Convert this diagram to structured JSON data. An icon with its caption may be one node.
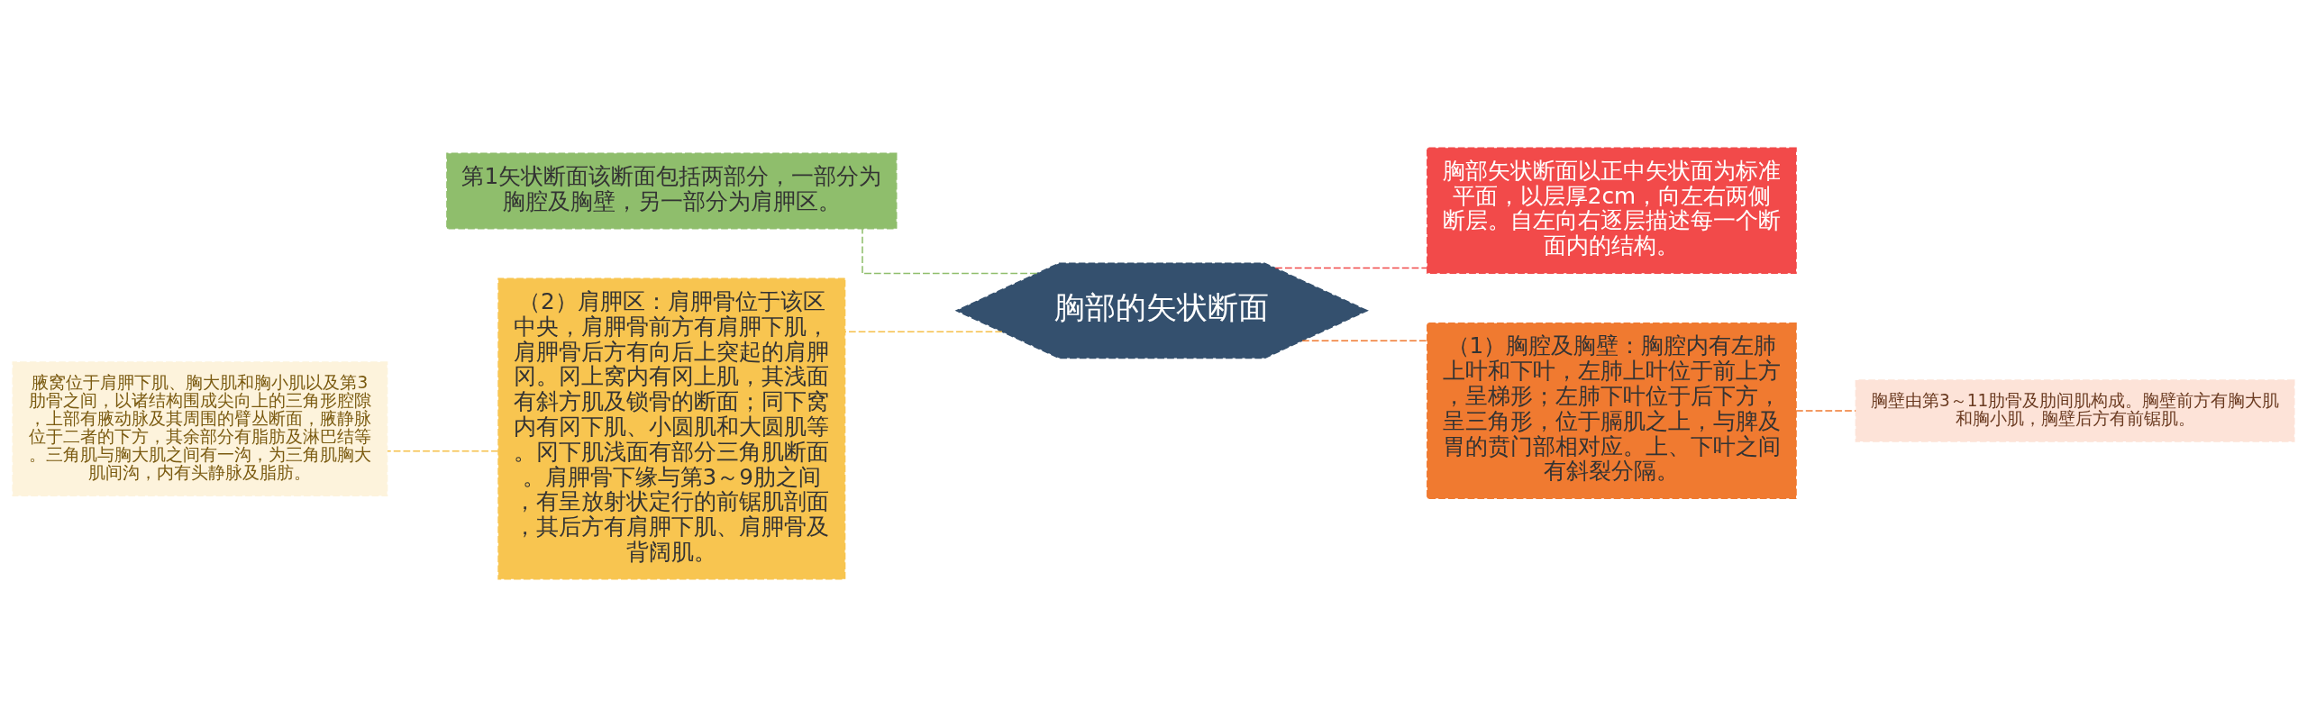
{
  "diagram": {
    "nodes": [
      {
        "text": [
          "胸部的矢状断面"
        ]
      },
      {
        "text": [
          "第1矢状断面该断面包括两部分，一部分为胸腔及胸壁，另一部分为肩胛区。"
        ]
      },
      {
        "text": [
          "（2）肩胛区：肩胛骨位于该区中央，肩胛骨前方有肩胛下肌，肩胛骨后方有向后上突起的肩胛冈。冈上窝内有冈上肌，其浅面有斜方肌及锁骨的断面；同下窝内有冈下肌、小圆肌和大圆肌等。冈下肌浅面有部分三角肌断面。肩胛骨下缘与第3～9肋之间，有呈放射状定行的前锯肌剖面，其后方有肩胛下肌、肩胛骨及背阔肌。"
        ]
      },
      {
        "text": [
          "腋窝位于肩胛下肌、胸大肌和胸小肌以及第3肋骨之间，以诸结构围成尖向上的三角形腔隙，上部有腋动脉及其周围的臂丛断面，腋静脉位于二者的下方，其余部分有脂肪及淋巴结等。三角肌与胸大肌之间有一沟，为三角肌胸大肌间沟，内有头静脉及脂肪。"
        ]
      },
      {
        "text": [
          "胸部矢状断面以正中矢状面为标准平面，以层厚2cm，向左右两侧断层。自左向右逐层描述每一个断面内的结构。"
        ]
      },
      {
        "text": [
          "（1）胸腔及胸壁：胸腔内有左肺上叶和下叶，左肺上叶位于前上方，呈梯形；左肺下叶位于后下方，呈三角形，位于膈肌之上，与脾及胃的贲门部相对应。上、下叶之间有斜裂分隔。"
        ]
      },
      {
        "text": [
          "胸壁由第3～11肋骨及肋间肌构成。胸壁前方有胸大肌和胸小肌，胸壁后方有前锯肌。"
        ]
      }
    ],
    "edges": [
      {
        "from": 0,
        "to": 1,
        "arrow": "none",
        "style": "dashed",
        "color": "#8fbe6c"
      },
      {
        "from": 0,
        "to": 2,
        "arrow": "none",
        "style": "dashed",
        "color": "#f5c04a"
      },
      {
        "from": 2,
        "to": 3,
        "arrow": "none",
        "style": "dashed",
        "color": "#f5c04a"
      },
      {
        "from": 0,
        "to": 4,
        "arrow": "none",
        "style": "dashed",
        "color": "#f04848"
      },
      {
        "from": 0,
        "to": 5,
        "arrow": "none",
        "style": "dashed",
        "color": "#f07a30"
      },
      {
        "from": 5,
        "to": 6,
        "arrow": "none",
        "style": "dashed",
        "color": "#f07a30"
      }
    ]
  }
}
